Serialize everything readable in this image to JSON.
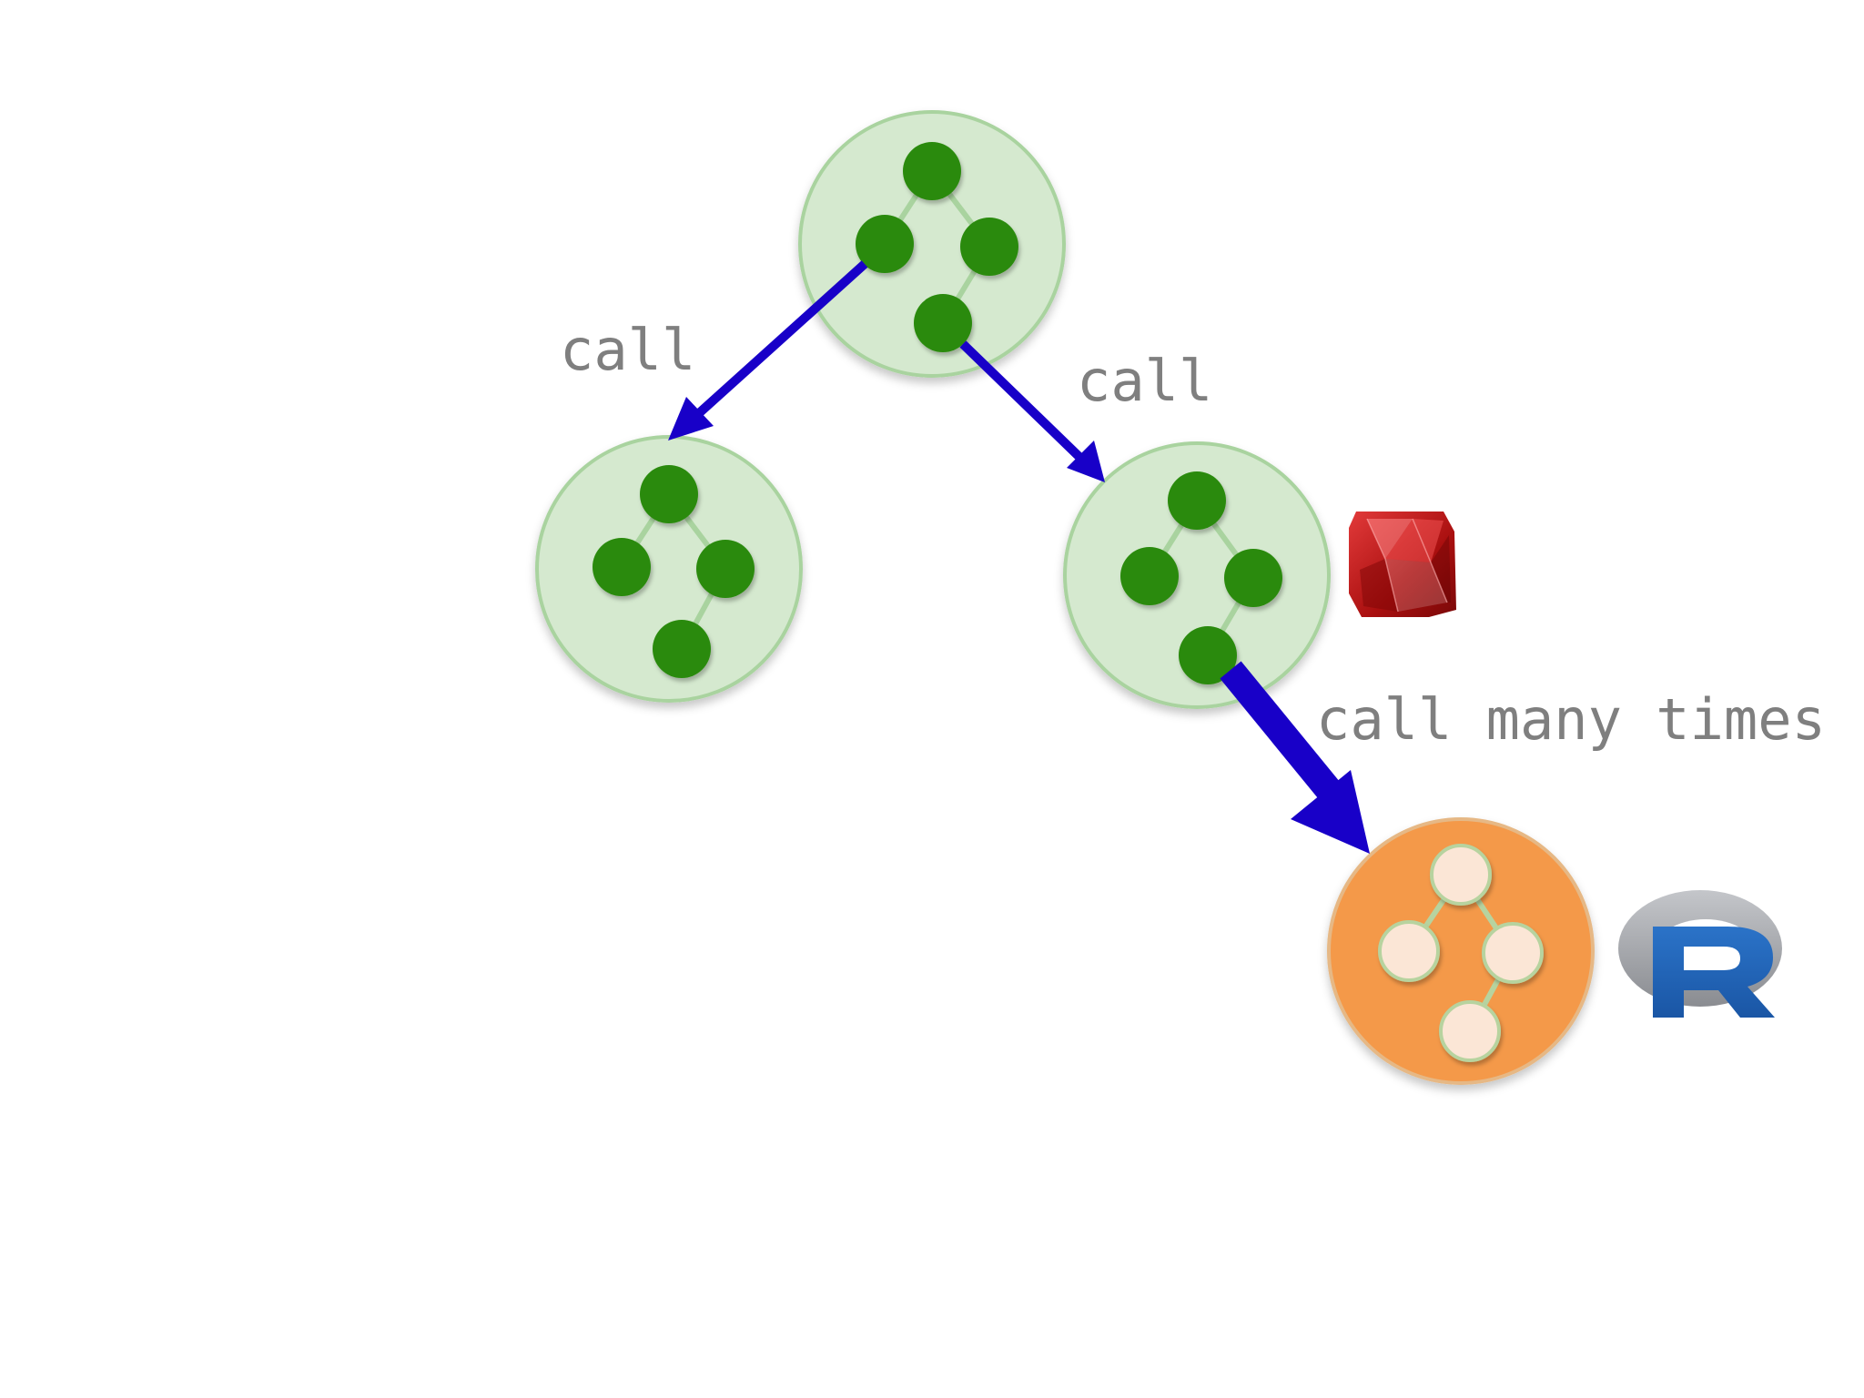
{
  "diagram": {
    "nodes": [
      {
        "id": "top",
        "kind": "component",
        "style": "green"
      },
      {
        "id": "left",
        "kind": "component",
        "style": "green"
      },
      {
        "id": "middle",
        "kind": "component",
        "style": "green",
        "logo": "ruby-gem-icon"
      },
      {
        "id": "bottom",
        "kind": "component",
        "style": "orange",
        "logo": "r-language-logo"
      }
    ],
    "edges": [
      {
        "from": "top",
        "to": "left",
        "label": "call",
        "weight": "normal"
      },
      {
        "from": "top",
        "to": "middle",
        "label": "call",
        "weight": "normal"
      },
      {
        "from": "middle",
        "to": "bottom",
        "label": "call many times",
        "weight": "heavy"
      }
    ]
  },
  "colors": {
    "green_circle_fill": "#d5e9cf",
    "green_circle_stroke": "#a9d39f",
    "green_dot": "#2a8a0a",
    "orange_circle_fill": "#f4994a",
    "orange_dot": "#fbe6d6",
    "arrow": "#1800c8",
    "label": "#7f7f7f",
    "ruby": "#b31212",
    "r_blue": "#2063b6",
    "r_gray": "#9c9ea3"
  },
  "labels": {
    "call_left": "call",
    "call_right": "call",
    "call_many": "call many times"
  }
}
